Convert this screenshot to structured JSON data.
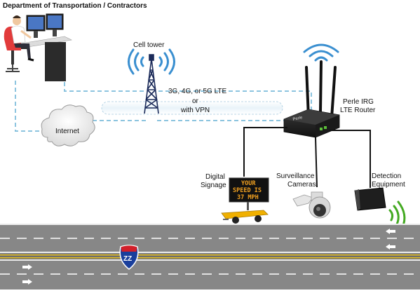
{
  "title": "Department of Transportation / Contractors",
  "cell_tower": {
    "label": "Cell tower"
  },
  "connection": {
    "line1": "3G, 4G, or 5G LTE",
    "line2": "or",
    "line3": "with VPN"
  },
  "internet": {
    "label": "Internet"
  },
  "router": {
    "line1": "Perle IRG",
    "line2": "LTE Router",
    "brand": "Perle"
  },
  "devices": {
    "signage": {
      "line1": "Digital",
      "line2": "Signage"
    },
    "signage_display": {
      "line1": "YOUR",
      "line2": "SPEED IS",
      "line3": "37 MPH"
    },
    "cameras": {
      "line1": "Surveillance",
      "line2": "Cameras"
    },
    "detection": {
      "line1": "Detection",
      "line2": "Equipment"
    }
  },
  "highway_shield": {
    "label": "ZZ"
  },
  "colors": {
    "dashed_link": "#8cc4df",
    "road": "#878787",
    "lane_divider": "#e8c020",
    "signal_blue": "#3a8fd0",
    "signal_green": "#44aa22",
    "shield_blue": "#1a3f9c",
    "shield_red": "#d21f2a"
  }
}
